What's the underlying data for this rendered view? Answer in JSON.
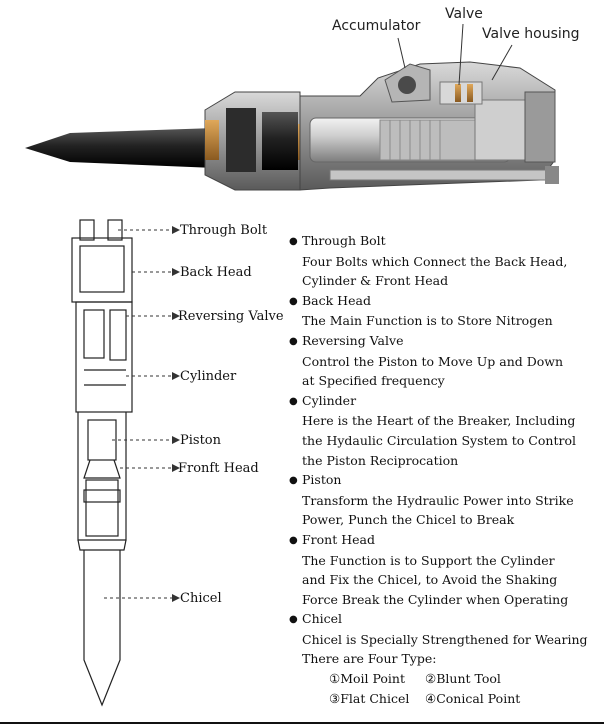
{
  "top_callouts": {
    "accumulator": "Accumulator",
    "valve": "Valve",
    "valve_housing": "Valve housing"
  },
  "diagram_labels": {
    "through_bolt": "Through Bolt",
    "back_head": "Back Head",
    "reversing_valve": "Reversing Valve",
    "cylinder": "Cylinder",
    "piston": "Piston",
    "front_head": "Fronft Head",
    "chisel": "Chicel"
  },
  "descriptions": [
    {
      "title": "Through Bolt",
      "lines": [
        "Four Bolts which Connect the Back Head,",
        "Cylinder & Front Head"
      ]
    },
    {
      "title": "Back Head",
      "lines": [
        "The Main Function is to Store Nitrogen"
      ]
    },
    {
      "title": "Reversing Valve",
      "lines": [
        "Control the Piston to Move Up and Down",
        "at Specified frequency"
      ]
    },
    {
      "title": "Cylinder",
      "lines": [
        "Here is the Heart of the Breaker, Including",
        "the Hydaulic Circulation System to Control",
        "the Piston Reciprocation"
      ]
    },
    {
      "title": "Piston",
      "lines": [
        "Transform the Hydraulic Power into Strike",
        "Power, Punch the Chicel to Break"
      ]
    },
    {
      "title": "Front Head",
      "lines": [
        "The Function  is to Support the Cylinder",
        "and Fix the Chicel, to Avoid the Shaking",
        "Force Break the Cylinder when Operating"
      ]
    },
    {
      "title": "Chicel",
      "lines": [
        "Chicel is Specially Strengthened for Wearing",
        "There are Four Type:"
      ]
    }
  ],
  "chisel_types": [
    "①Moil Point",
    "②Blunt Tool",
    "③Flat Chicel",
    "④Conical Point"
  ]
}
